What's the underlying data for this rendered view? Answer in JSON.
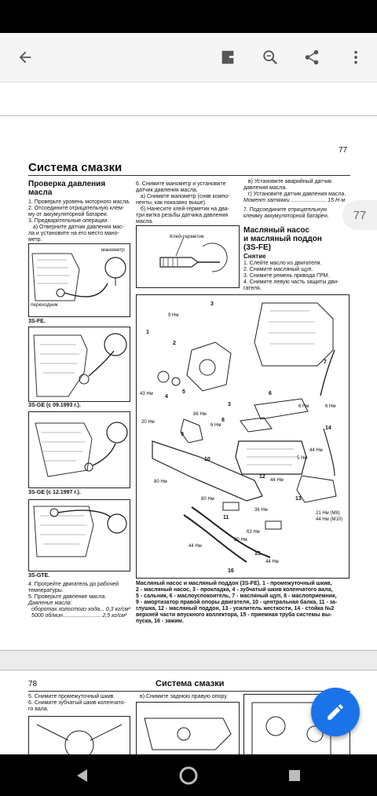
{
  "toolbar": {
    "back_icon": "arrow-back-icon",
    "actions": [
      "document-icon",
      "search-zoom-icon",
      "share-icon",
      "more-vert-icon"
    ]
  },
  "page1": {
    "page_number": "77",
    "title": "Система смазки",
    "section_title_1": "Проверка давления",
    "section_title_2": "масла",
    "steps_left": [
      "1. Проверьте уровень моторного масла.",
      "2. Отсоедините отрицательную клем-",
      "му от аккумуляторной батареи.",
      "3. Предварительные операции.",
      "   а) Отверните датчик давления мас-",
      "ла и установите на его место мано-",
      "метр."
    ],
    "fig_labels": {
      "manometer": "манометр",
      "adapter": "переходник",
      "sealant": "Клей-герметик"
    },
    "engine_captions": [
      "3S-FE.",
      "3S-GE (с 09.1993 г.).",
      "3S-GE (с 12.1997 г.).",
      "3S-GTE."
    ],
    "steps_left_bottom": [
      "4. Прогрейте двигатель до рабочей",
      "температуры.",
      "5. Проверьте давление масла."
    ],
    "pressure_label": "Давление масла:",
    "pressure_rows": [
      "оборотах холостого хода... 0,3 кг/см²",
      "5000 об/мин......................... 2,5 кг/см²"
    ],
    "steps_mid": [
      "6. Снимите манометр и установите",
      "датчик давления масла.",
      "   а) Снимите манометр (сняв компо-",
      "ненты, как показано выше).",
      "   б) Нанесите клей-герметик на два-",
      "три витка резьбы датчика давления",
      "масла."
    ],
    "steps_right": [
      "   в) Установите аварийный датчик",
      "давления масла.",
      "   г) Установите датчик давления масла.",
      "Момент затяжки ....................... 15 Н·м",
      "7. Подсоедините отрицательную",
      "клемму аккумуляторной батареи."
    ],
    "section2_title": [
      "Масляный насос",
      "и масляный поддон",
      "(3S-FE)"
    ],
    "removal_title": "Снятие",
    "removal_steps": [
      "1. Слейте масло из двигателя.",
      "2. Снимите масляный щуп.",
      "3. Снимите ремень привода ГРМ.",
      "4. Снимите левую часть защиты дви-",
      "гателя."
    ],
    "diagram_labels": {
      "n1": "1",
      "n2": "2",
      "n3": "3",
      "n3b": "3",
      "n4": "4",
      "n5": "5",
      "n6": "6",
      "n7": "7",
      "n8": "8",
      "n9": "9",
      "n10": "10",
      "n11": "11",
      "n12": "12",
      "n13": "13",
      "n14": "14",
      "n15": "15",
      "n16": "16",
      "t9": "9 Нм",
      "t43": "43 Нм",
      "t86": "86 Нм",
      "t20": "20 Нм",
      "t6a": "6 Нм",
      "t6b": "6 Нм",
      "t6c": "6 Нм",
      "t5": "5 Нм",
      "t80a": "80 Нм",
      "t80b": "80 Нм",
      "t44a": "44 Нм",
      "t44b": "44 Нм",
      "t44c": "44 Нм",
      "t44d": "44 Нм",
      "t36": "36 Нм",
      "t63": "63 Нм",
      "t20b": "20 Нм",
      "t21": "21 Нм (M8)",
      "t44m": "44 Нм (M10)"
    },
    "diagram_caption": [
      "Масляный насос и масляный поддон (3S-FE). 1 - промежуточный шкив,",
      "2 - масляный насос, 3 - прокладка, 4 - зубчатый шкив коленчатого вала,",
      "5 - сальник, 6 - маслоуспокоитель, 7 - масляный щуп, 8 - маслоприемник,",
      "9 - амортизатор правой опоры двигателя, 10 - центральная балка, 11 - за-",
      "глушка, 12 - масляный поддон, 13 - усилитель жесткости, 14 - стойка №2",
      "верхней части впускного коллектора, 15 - приемная труба системы вы-",
      "пуска, 16 - зажим."
    ]
  },
  "side_badge": "77",
  "page2": {
    "page_number": "78",
    "title": "Система смазки",
    "steps_left": [
      "5. Снимите промежуточный шкив.",
      "6. Снимите зубчатый шкив коленчато-",
      "го вала."
    ],
    "steps_mid": "в) Снимите заднюю правую опору."
  },
  "fab": {
    "icon": "edit-pencil-icon"
  },
  "nav": {
    "icons": [
      "back-triangle-icon",
      "home-circle-icon",
      "recents-square-icon"
    ]
  }
}
